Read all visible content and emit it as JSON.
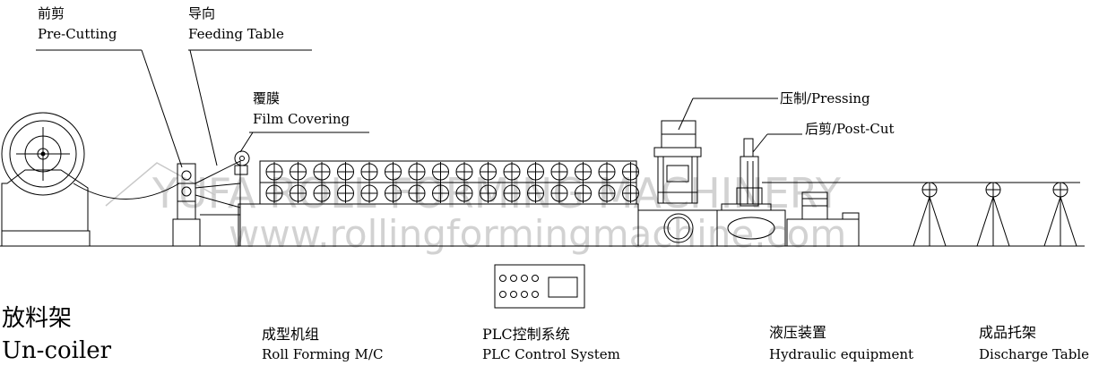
{
  "callouts": {
    "pre_cutting": {
      "zh": "前剪",
      "en": "Pre-Cutting"
    },
    "feeding_table": {
      "zh": "导向",
      "en": "Feeding Table"
    },
    "film_covering": {
      "zh": "覆膜",
      "en": "Film Covering"
    },
    "pressing": "压制/Pressing",
    "post_cut": "后剪/Post-Cut"
  },
  "watermark": {
    "line1": "YUFA ROLL FORMING MACHINERY",
    "line2": "www.rollingformingmachine.com",
    "color": "#c8c8c8"
  },
  "sections": {
    "uncoiler": {
      "zh": "放料架",
      "en": "Un-coiler"
    },
    "roll_forming": {
      "zh": "成型机组",
      "en": "Roll Forming M/C"
    },
    "plc": {
      "zh": "PLC控制系统",
      "en": "PLC Control System"
    },
    "hydraulic": {
      "zh": "液压装置",
      "en": "Hydraulic equipment"
    },
    "discharge": {
      "zh": "成品托架",
      "en": "Discharge Table"
    }
  },
  "colors": {
    "line": "#000000",
    "background": "#ffffff"
  }
}
